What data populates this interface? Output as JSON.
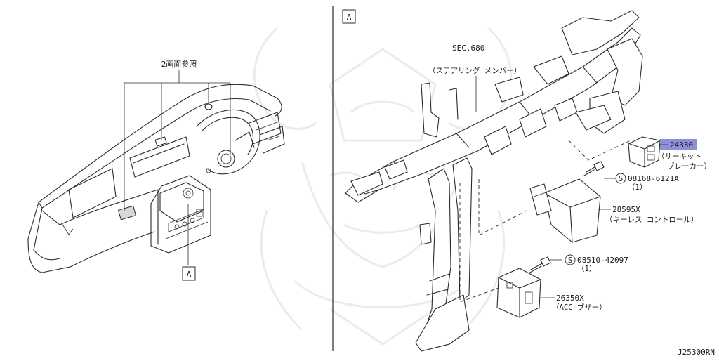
{
  "left_panel": {
    "ref_note": "2画面参照",
    "view_marker": "A"
  },
  "right_panel": {
    "view_marker": "A",
    "steering_member": {
      "section": "SEC.680",
      "name": "（ステアリング メンバー）"
    },
    "parts": [
      {
        "part_no": "24330",
        "desc_line1": "（サーキット",
        "desc_line2": "ブレーカー）",
        "highlight_color": "#8f8fd8"
      },
      {
        "part_no": "08168-6121A",
        "qty": "（1）",
        "prefix": "S"
      },
      {
        "part_no": "28595X",
        "desc_line1": "（キーレス コントロール）"
      },
      {
        "part_no": "08510-42097",
        "qty": "（1）",
        "prefix": "S"
      },
      {
        "part_no": "26350X",
        "desc_line1": "（ACC ブザー）"
      }
    ]
  },
  "diagram_code": "J25300RN"
}
